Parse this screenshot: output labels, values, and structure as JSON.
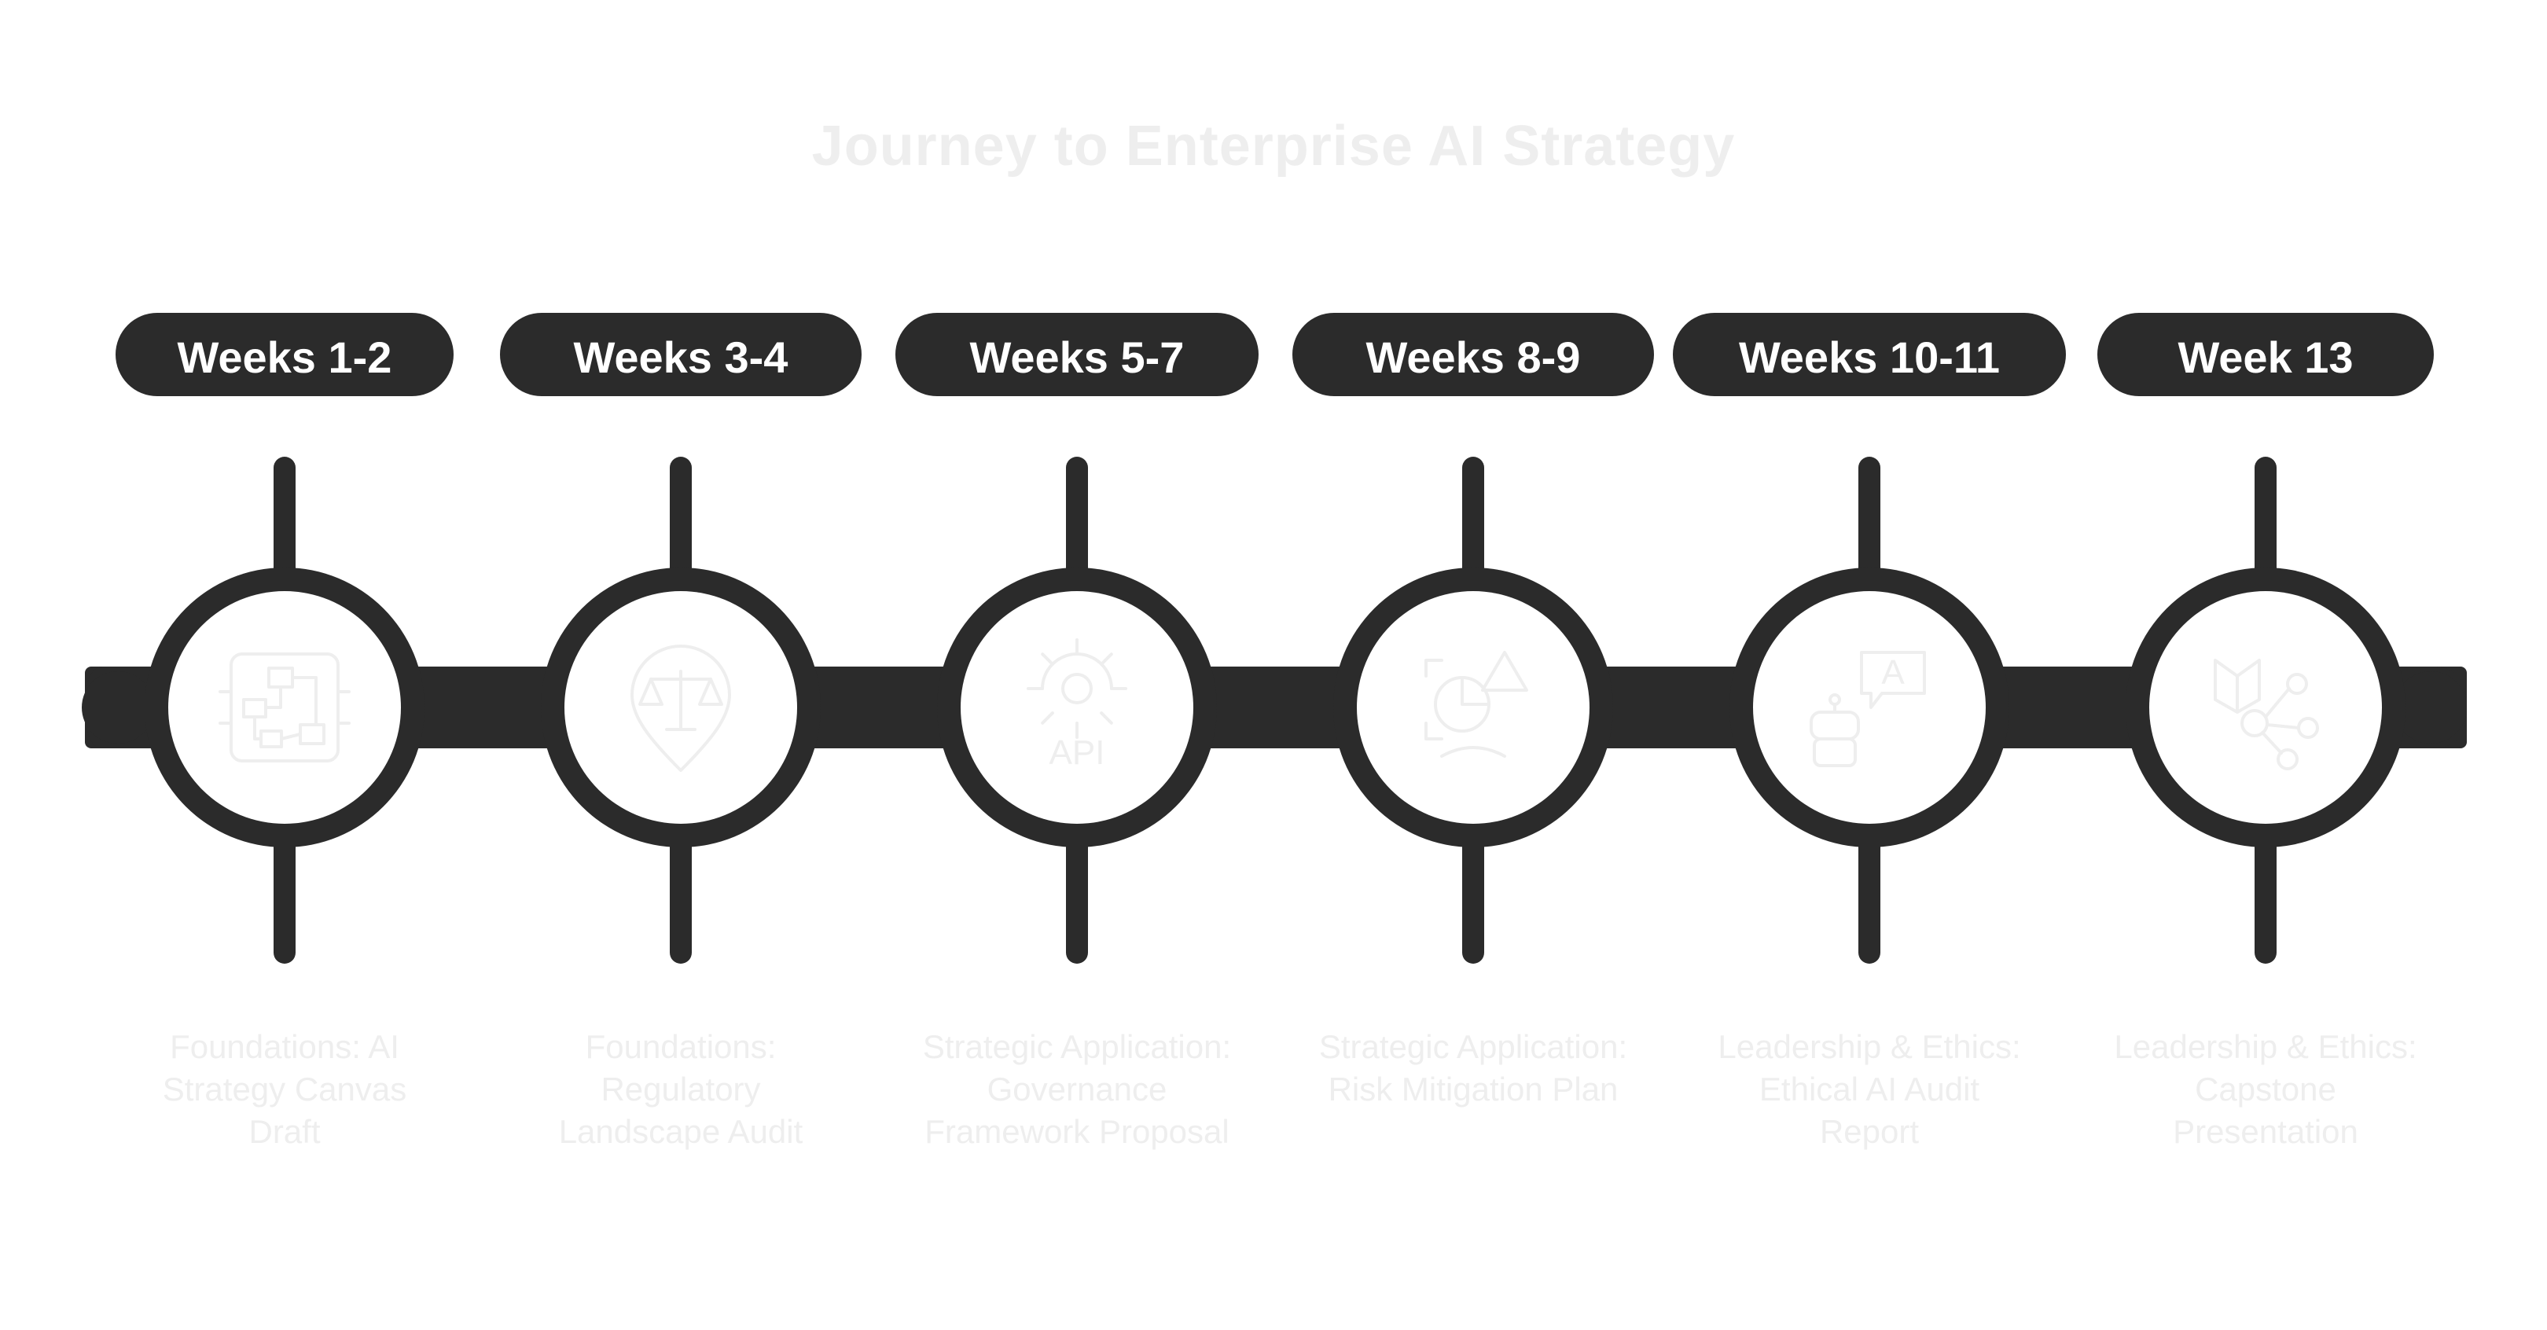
{
  "title": "Journey to Enterprise AI Strategy",
  "colors": {
    "dark": "#2b2b2b",
    "light": "#eeeeee",
    "background": "#ffffff"
  },
  "milestones": [
    {
      "label": "Weeks 1-2",
      "icon": "flowchart-board-icon",
      "description": "Foundations: AI Strategy Canvas Draft"
    },
    {
      "label": "Weeks 3-4",
      "icon": "justice-scale-pin-icon",
      "description": "Foundations: Regulatory Landscape Audit"
    },
    {
      "label": "Weeks 5-7",
      "icon": "api-gear-icon",
      "icon_text": "API",
      "description": "Strategic Application: Governance Framework Proposal"
    },
    {
      "label": "Weeks 8-9",
      "icon": "risk-analysis-icon",
      "description": "Strategic Application: Risk Mitigation Plan"
    },
    {
      "label": "Weeks 10-11",
      "icon": "robot-chat-icon",
      "icon_text": "A",
      "description": "Leadership & Ethics: Ethical AI Audit Report"
    },
    {
      "label": "Week 13",
      "icon": "book-network-icon",
      "description": "Leadership & Ethics: Capstone Presentation"
    }
  ]
}
